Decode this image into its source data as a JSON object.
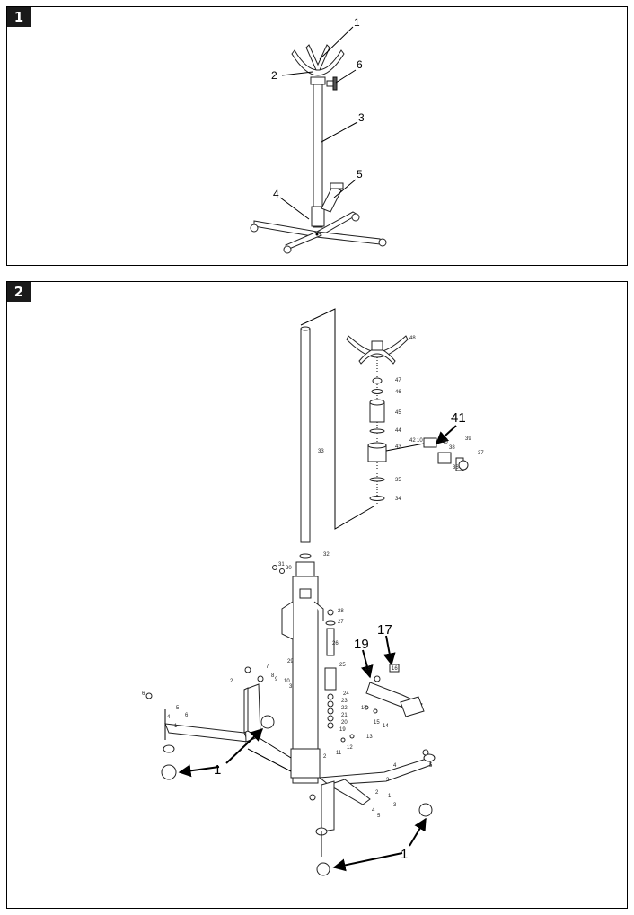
{
  "figures": [
    {
      "badge": "1",
      "callouts": [
        "1",
        "2",
        "6",
        "3",
        "5",
        "4"
      ]
    },
    {
      "badge": "2",
      "callouts_large": [
        "41",
        "19",
        "17",
        "1",
        "1"
      ],
      "callouts_small": [
        "48",
        "47",
        "46",
        "45",
        "44",
        "43",
        "42",
        "10",
        "40",
        "39",
        "38",
        "37",
        "36",
        "35",
        "34",
        "33",
        "32",
        "31",
        "30",
        "28",
        "27",
        "26",
        "29",
        "25",
        "24",
        "23",
        "22",
        "21",
        "20",
        "19",
        "18",
        "17",
        "16",
        "15",
        "14",
        "13",
        "12",
        "11",
        "2",
        "7",
        "8",
        "9",
        "10",
        "3",
        "4",
        "5",
        "6",
        "1",
        "2",
        "6",
        "5",
        "4",
        "3",
        "2",
        "1",
        "3",
        "4",
        "5"
      ]
    }
  ]
}
